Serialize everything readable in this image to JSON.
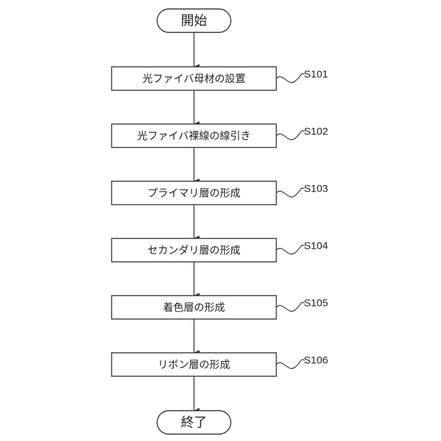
{
  "flowchart": {
    "start_label": "開始",
    "end_label": "終了",
    "steps": [
      {
        "text": "光ファイバ母材の設置",
        "label": "S101"
      },
      {
        "text": "光ファイバ裸線の線引き",
        "label": "S102"
      },
      {
        "text": "プライマリ層の形成",
        "label": "S103"
      },
      {
        "text": "セカンダリ層の形成",
        "label": "S104"
      },
      {
        "text": "着色層の形成",
        "label": "S105"
      },
      {
        "text": "リボン層の形成",
        "label": "S106"
      }
    ]
  },
  "colors": {
    "stroke": "#333333",
    "text": "#222222",
    "background": "#ffffff"
  }
}
